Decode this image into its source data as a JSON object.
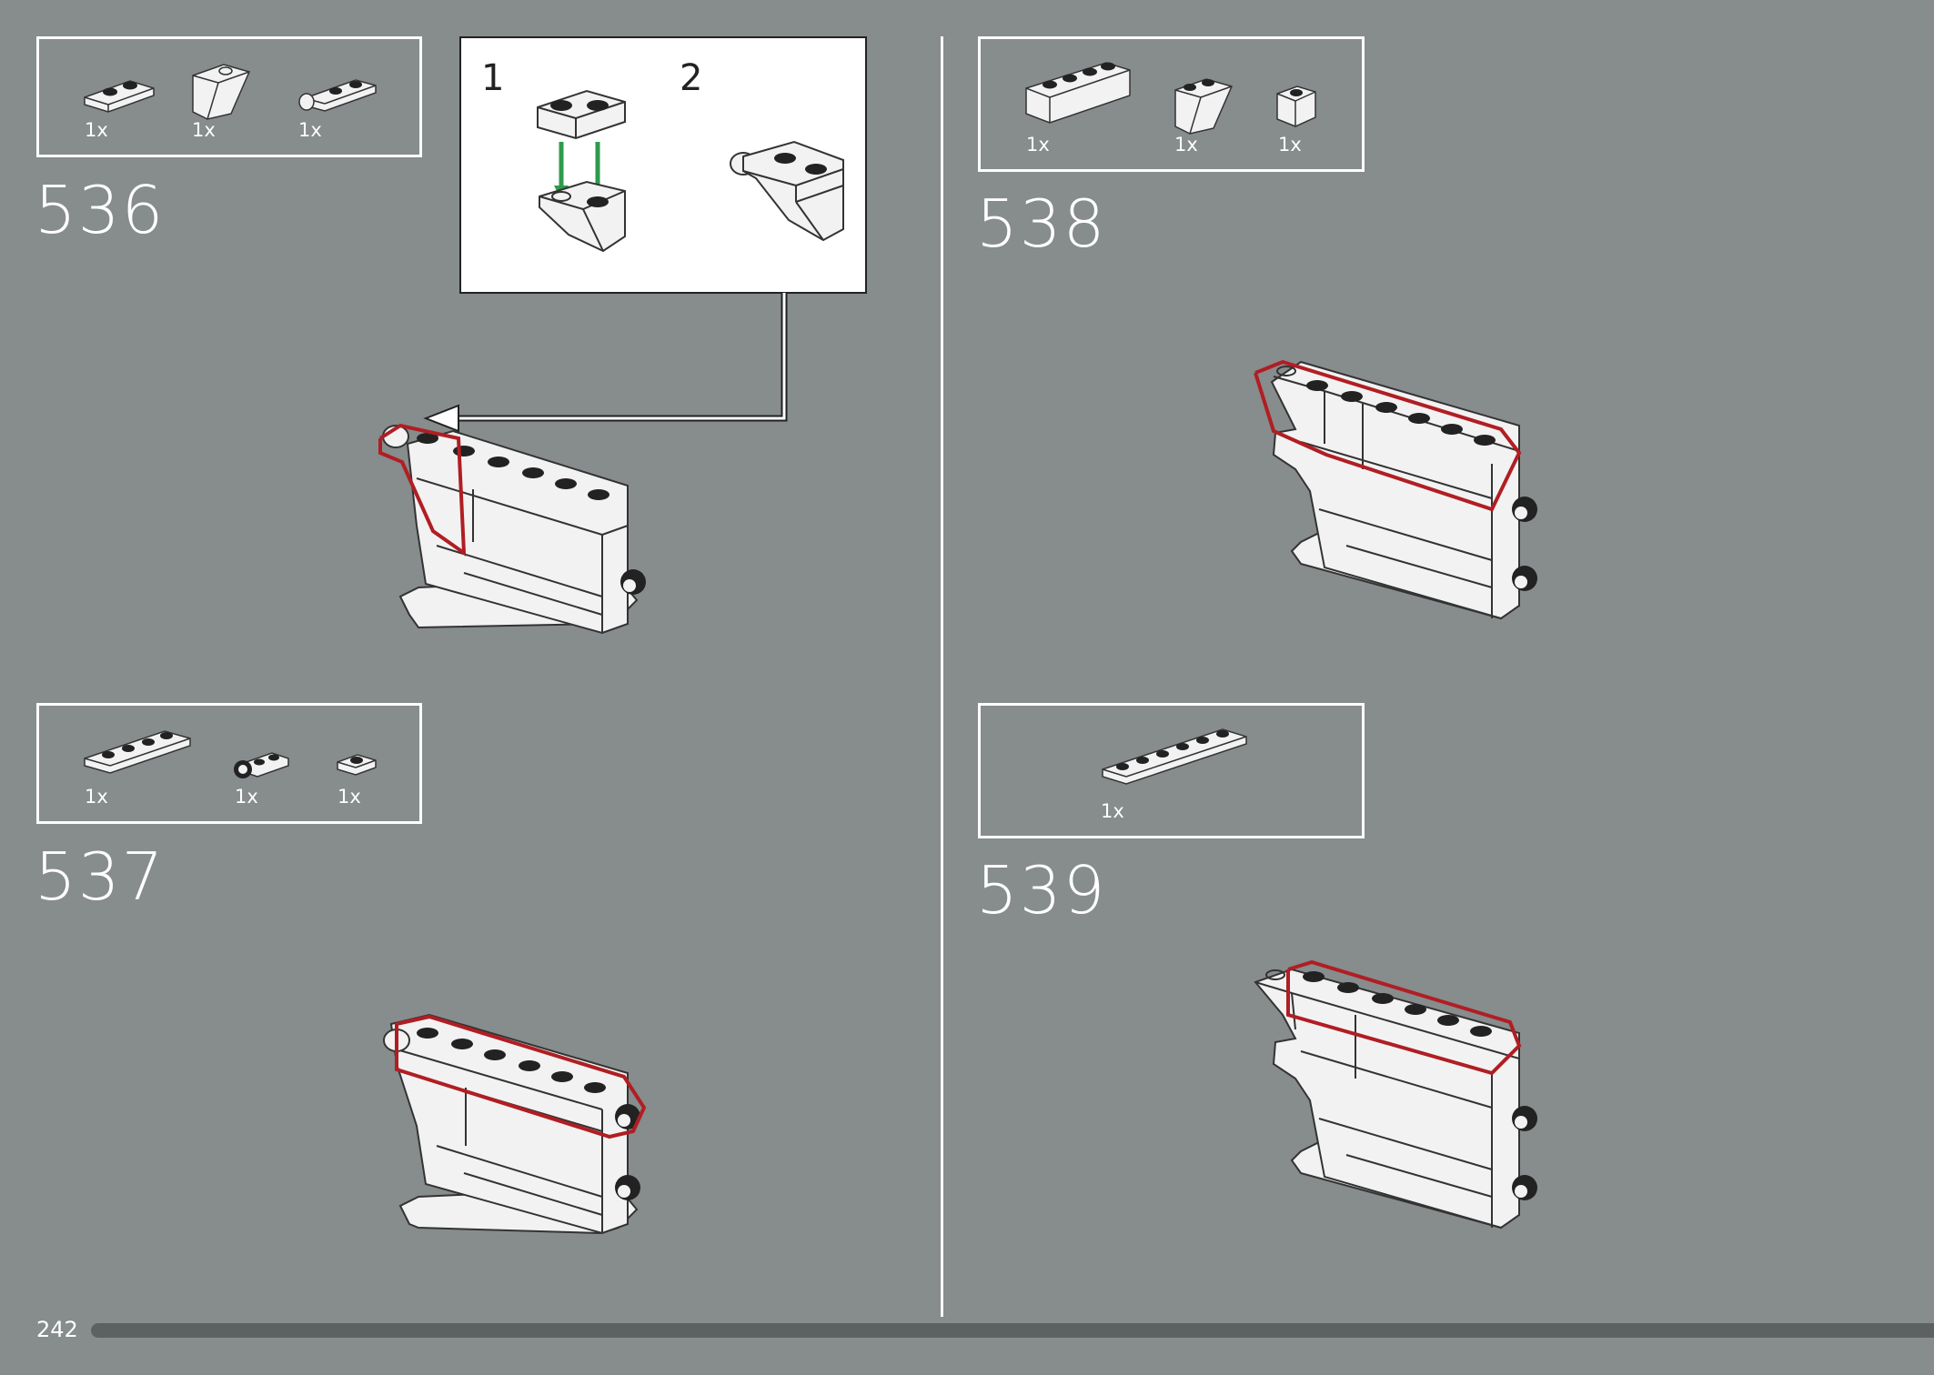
{
  "page": {
    "number": "242",
    "progress_fraction": 1.0
  },
  "colors": {
    "background": "#878c8d",
    "callout": "#b01e23",
    "arrow": "#2e9a4b",
    "line": "#ffffff"
  },
  "steps": [
    {
      "number": "536",
      "parts": [
        {
          "icon": "plate-1x2-icon",
          "qty": "1x"
        },
        {
          "icon": "slope-brick-icon",
          "qty": "1x"
        },
        {
          "icon": "plate-with-clip-icon",
          "qty": "1x"
        }
      ]
    },
    {
      "number": "537",
      "parts": [
        {
          "icon": "plate-1x4-icon",
          "qty": "1x"
        },
        {
          "icon": "plate-with-ring-icon",
          "qty": "1x"
        },
        {
          "icon": "plate-1x1-icon",
          "qty": "1x"
        }
      ]
    },
    {
      "number": "538",
      "parts": [
        {
          "icon": "brick-1x4-icon",
          "qty": "1x"
        },
        {
          "icon": "slope-brick-icon",
          "qty": "1x"
        },
        {
          "icon": "brick-1x1-icon",
          "qty": "1x"
        }
      ]
    },
    {
      "number": "539",
      "parts": [
        {
          "icon": "plate-1x6-icon",
          "qty": "1x"
        }
      ]
    }
  ],
  "sub_assembly": {
    "step_1": "1",
    "step_2": "2"
  }
}
